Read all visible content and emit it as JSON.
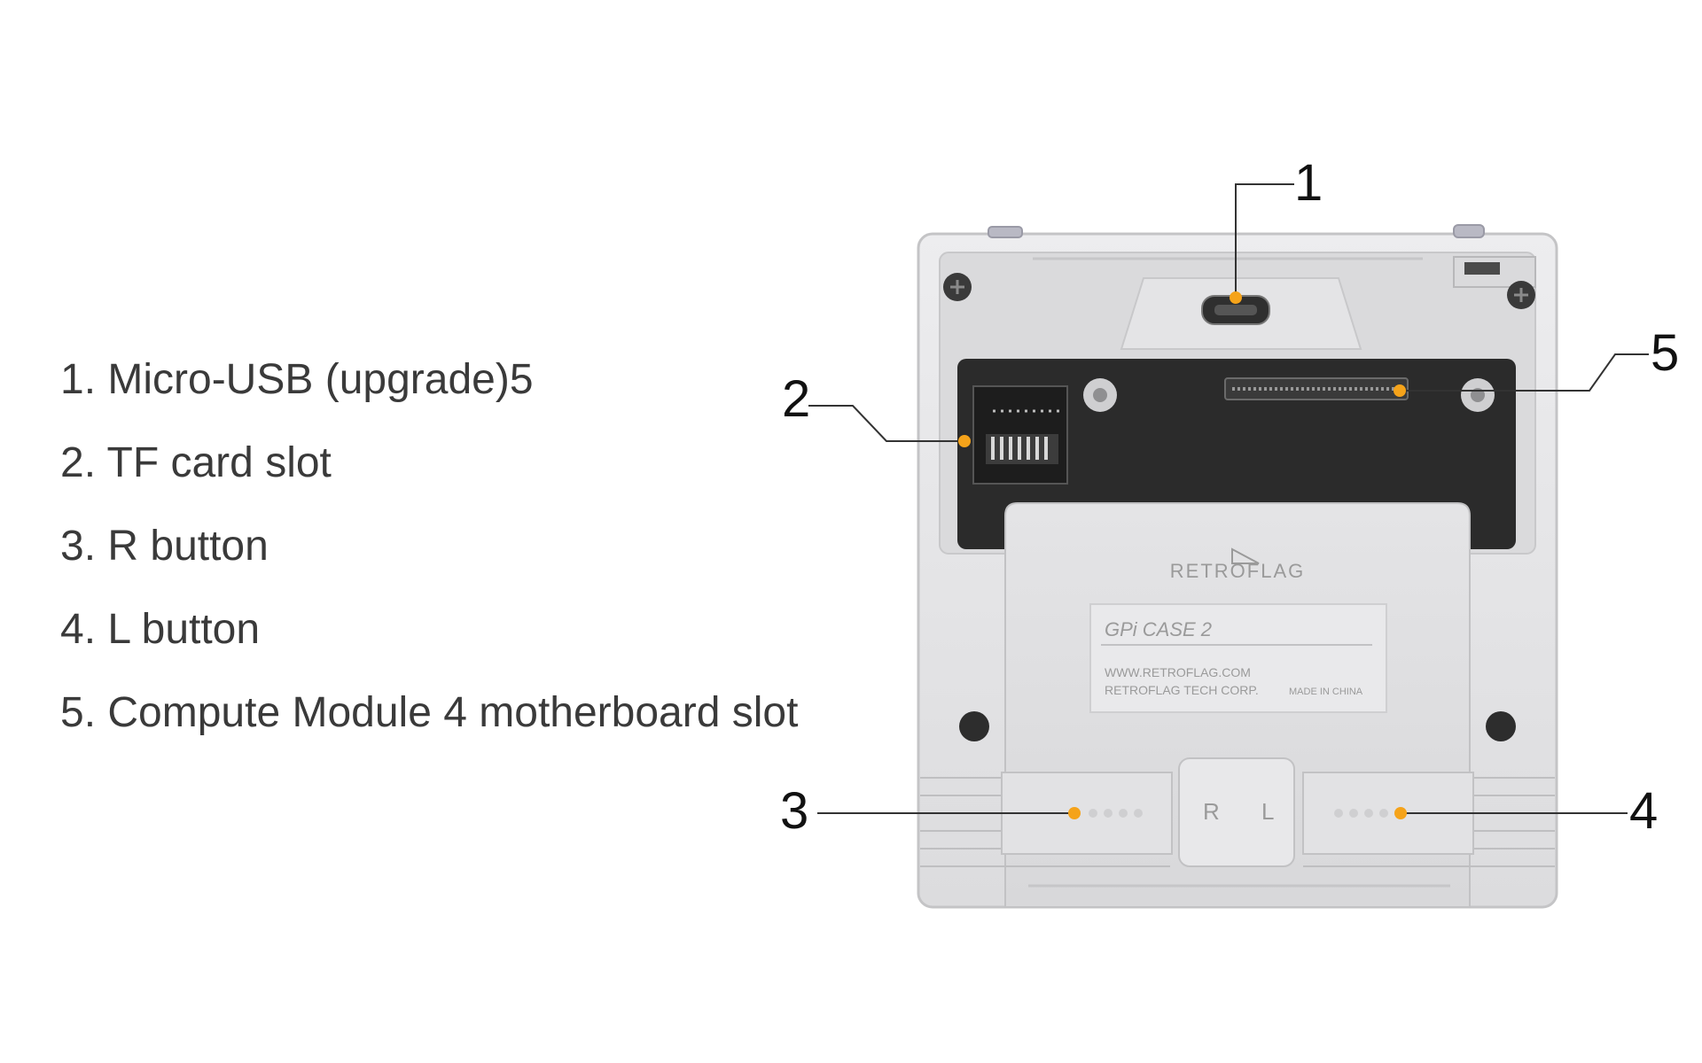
{
  "legend": [
    "1. Micro-USB (upgrade)5",
    "2. TF card slot",
    "3. R button",
    "4. L button",
    "5. Compute Module 4 motherboard slot"
  ],
  "callouts": {
    "c1": "1",
    "c2": "2",
    "c3": "3",
    "c4": "4",
    "c5": "5"
  },
  "device": {
    "brand": "RETROFLAG",
    "model": "GPi CASE 2",
    "website": "WWW.RETROFLAG.COM",
    "company": "RETROFLAG TECH CORP.",
    "origin": "MADE IN CHINA",
    "r_letter": "R",
    "l_letter": "L"
  },
  "colors": {
    "marker": "#f5a31a",
    "case": "#e6e6e8",
    "board": "#2b2b2b",
    "callout_line": "#333333"
  }
}
